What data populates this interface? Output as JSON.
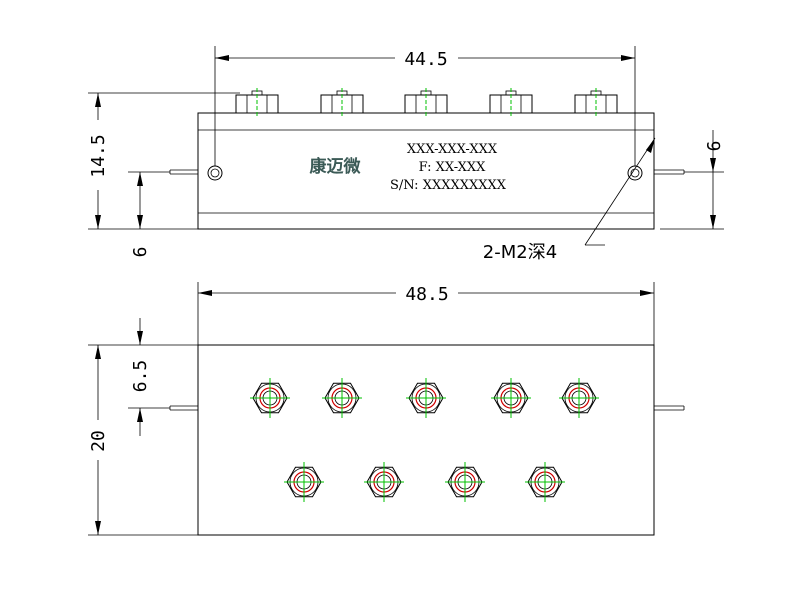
{
  "top_view": {
    "dim_width": "44.5",
    "dim_height": "14.5",
    "dim_left_offset": "6",
    "dim_right_offset": "6",
    "label_model": "XXX-XXX-XXX",
    "label_freq": "F: XX-XXX",
    "label_serial": "S/N: XXXXXXXXX",
    "brand": "康迈微",
    "callout": "2-M2深4"
  },
  "bottom_view": {
    "dim_width": "48.5",
    "dim_height": "20",
    "dim_offset": "6.5"
  },
  "colors": {
    "line": "#000000",
    "center_mark": "#00c000",
    "screw_ring": "#d00000",
    "brand": "#3b5a56"
  },
  "screws": {
    "top_row_count": 5,
    "bottom_row_count": 4
  }
}
